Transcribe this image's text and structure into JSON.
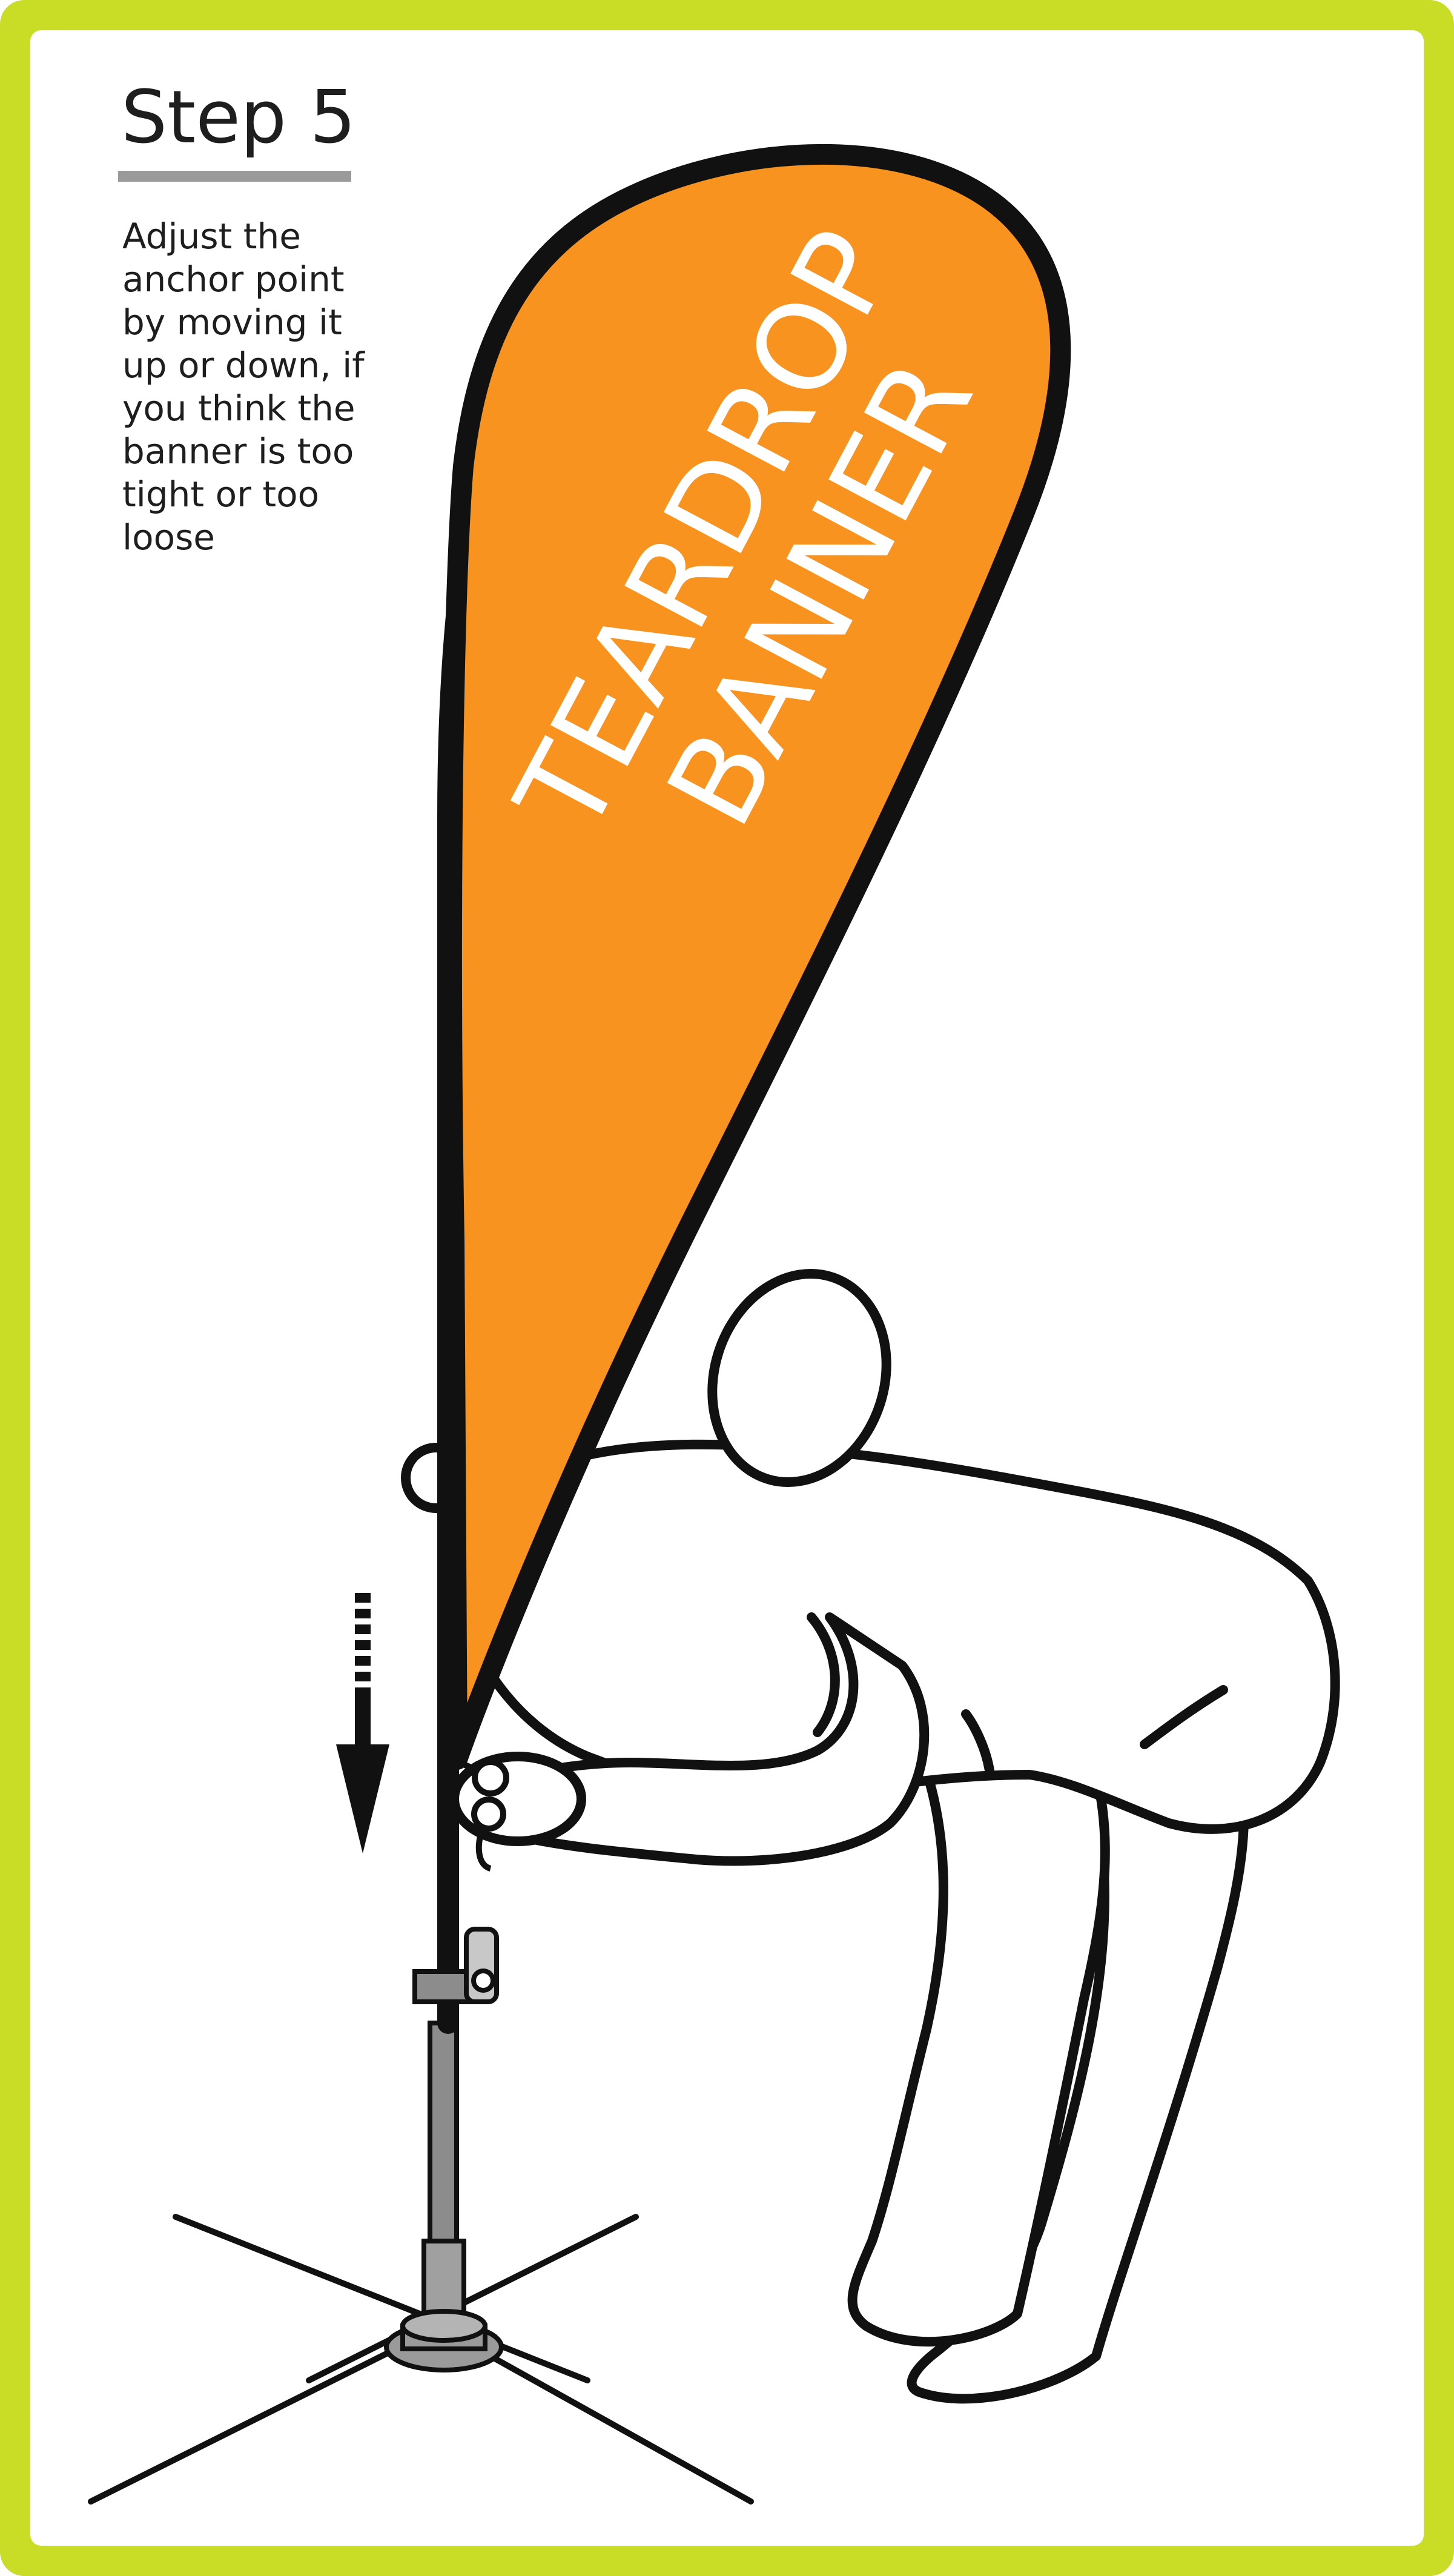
{
  "step": {
    "title": "Step 5",
    "instructions": "Adjust the anchor point by moving it up or down, if you think the banner is too tight or too loose"
  },
  "banner": {
    "line1": "TEARDROP",
    "line2": "BANNER"
  },
  "colors": {
    "frame": "#c9dc26",
    "banner_fill": "#f7931e",
    "outline": "#111111",
    "rule": "#9a9a9a",
    "pole_lower": "#8c8c8c"
  },
  "icons": [
    "down-arrow-icon"
  ]
}
